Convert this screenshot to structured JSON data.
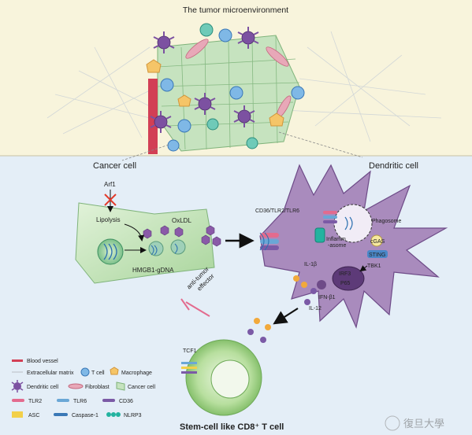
{
  "title": "The tumor microenvironment",
  "cancer_cell": {
    "heading": "Cancer cell",
    "arf1": "Arf1",
    "lipolysis": "Lipolysis",
    "oxldl": "OxLDL",
    "hmgb1": "HMGB1-gDNA"
  },
  "dendritic_cell": {
    "heading": "Dendritic cell",
    "receptors": "CD36/TLR2/TLR6",
    "phagosome": "Phagosome",
    "inflammasome": "Inflamm\n-asome",
    "cgas": "cGAS",
    "sting": "STING",
    "tbk1": "TBK1",
    "irf3": "IRF3",
    "p65": "P65",
    "il1b": "IL-1β",
    "ifn1": "IFN-β1",
    "il12": "IL-12"
  },
  "effector": {
    "line1": "anti-tumor",
    "line2": "effector"
  },
  "tcell": {
    "label": "TCF1",
    "heading": "Stem-cell like CD8⁺ T cell"
  },
  "legend": {
    "blood_vessel": "Blood vessel",
    "extracellular_matrix": "Extracellular matrix",
    "t_cell": "T cell",
    "macrophage": "Macrophage",
    "dendritic_cell": "Dendritic cell",
    "fibroblast": "Fibroblast",
    "cancer_cell": "Cancer cell",
    "tlr2": "TLR2",
    "tlr6": "TLR6",
    "cd36": "CD36",
    "asc": "ASC",
    "caspase1": "Caspase-1",
    "nlrp3": "NLRP3"
  },
  "watermark": "復旦大學",
  "colors": {
    "top_panel": "#f8f4dc",
    "bottom_panel": "#e4eef7",
    "cancer_cell": "#c6e3bf",
    "dendritic_cell": "#a98bbd",
    "t_cell": "#9fd08f",
    "blood_vessel": "#d23f55",
    "tlr2": "#e36b8e",
    "tlr6": "#6aa7d6",
    "cd36": "#7b5aa6",
    "nlrp3": "#23b3a0",
    "sting": "#4a88c9"
  }
}
